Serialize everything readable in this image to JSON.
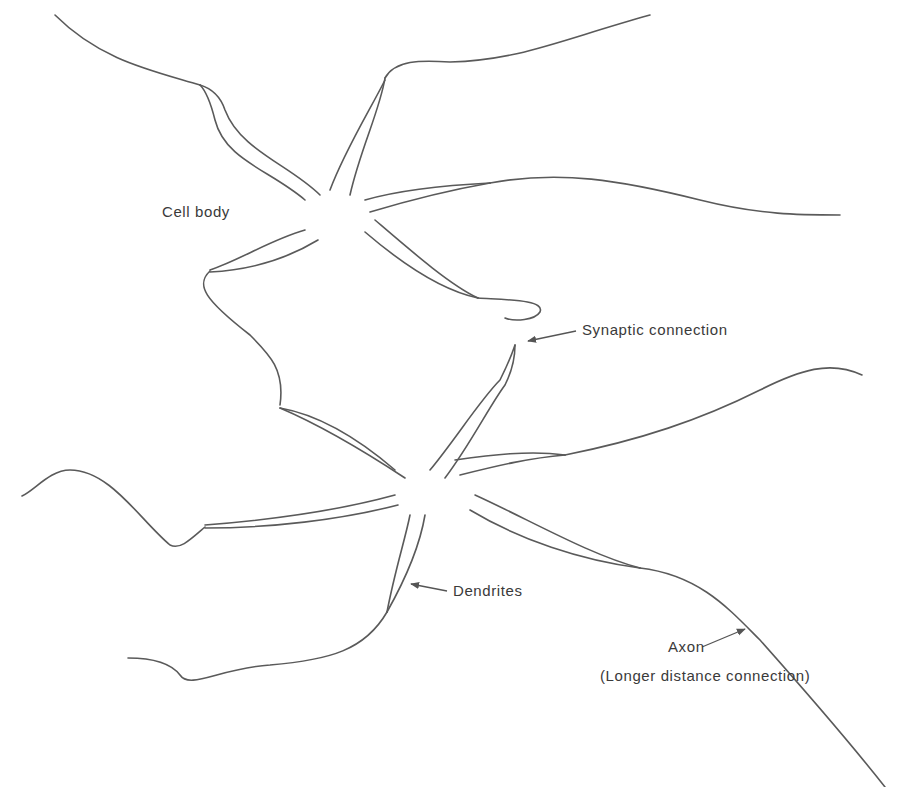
{
  "diagram": {
    "labels": [
      "Cell body",
      "Synaptic connection",
      "Dendrites",
      "Axon",
      "(Longer distance connection)"
    ]
  }
}
